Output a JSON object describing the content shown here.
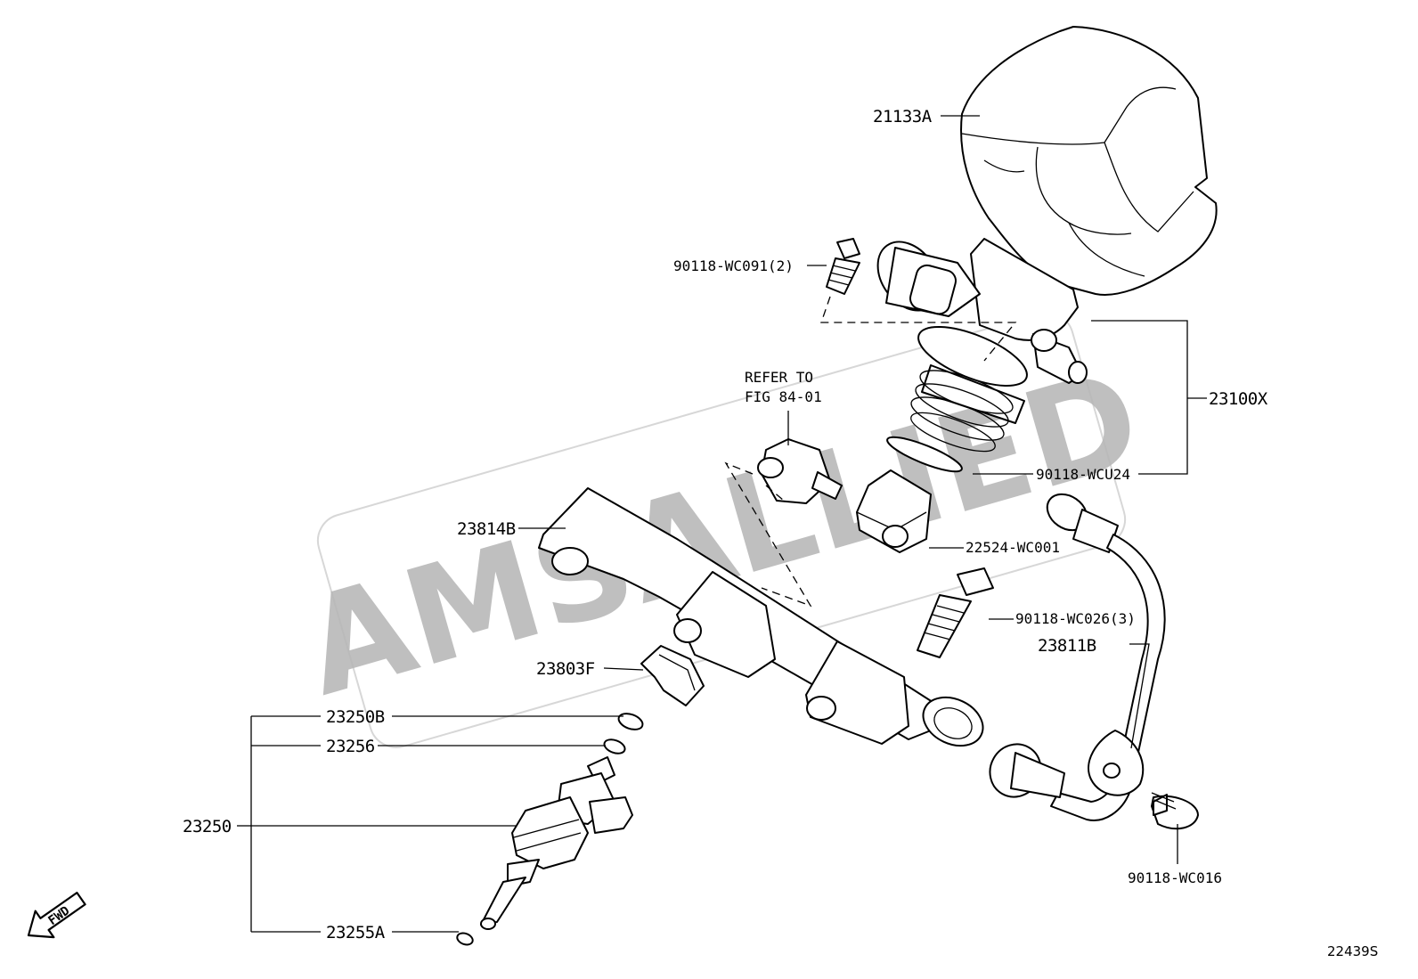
{
  "watermark": "AMSALLIED",
  "figure_code": "22439S",
  "fwd_label": "FWD",
  "refer_note": {
    "line1": "REFER TO",
    "line2": "FIG 84-01"
  },
  "labels": {
    "21133A": "21133A",
    "90118-WC091": "90118-WC091(2)",
    "23100X": "23100X",
    "90118-WCU24": "90118-WCU24",
    "22524-WC001": "22524-WC001",
    "23814B": "23814B",
    "90118-WC026": "90118-WC026(3)",
    "23811B": "23811B",
    "23803F": "23803F",
    "23250B": "23250B",
    "23256": "23256",
    "23250": "23250",
    "23255A": "23255A",
    "90118-WC016": "90118-WC016"
  }
}
